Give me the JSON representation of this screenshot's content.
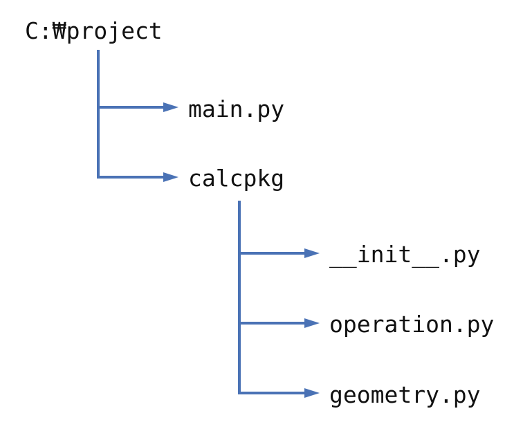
{
  "tree": {
    "root": {
      "label": "C:₩project"
    },
    "main_file": {
      "label": "main.py"
    },
    "package": {
      "label": "calcpkg"
    },
    "init_file": {
      "label": "__init__.py"
    },
    "operation_file": {
      "label": "operation.py"
    },
    "geometry_file": {
      "label": "geometry.py"
    }
  },
  "colors": {
    "connector": "#4a72b5",
    "text": "#111111",
    "background": "#ffffff"
  }
}
